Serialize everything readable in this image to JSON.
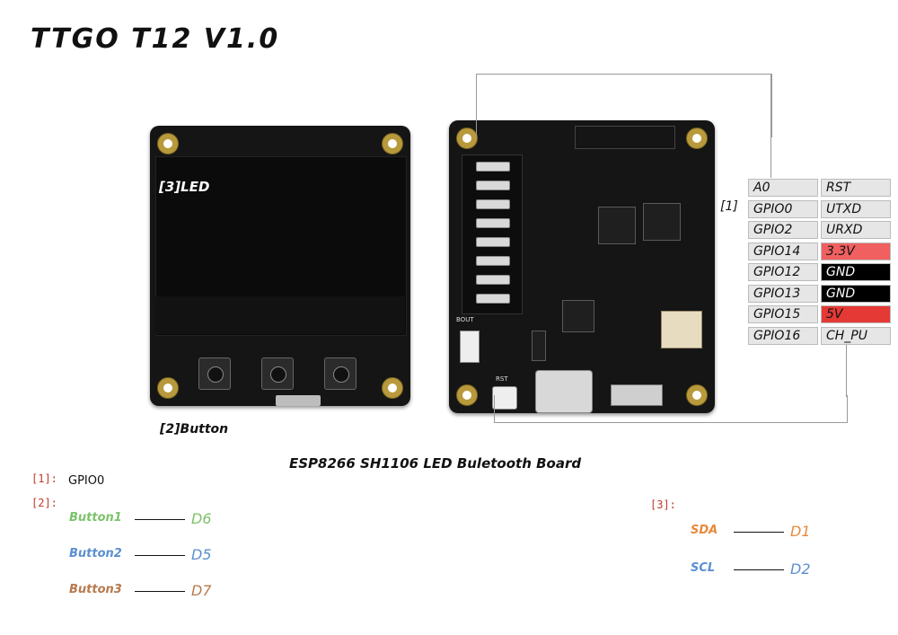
{
  "title": "TTGO T12 V1.0",
  "front_board": {
    "led_label": "[3]LED",
    "button_label": "[2]Button"
  },
  "back_board": {
    "silk_bout": "BOUT",
    "silk_rst": "RST"
  },
  "pinout": {
    "marker": "[1]",
    "left": [
      "A0",
      "GPIO0",
      "GPIO2",
      "GPIO14",
      "GPIO12",
      "GPIO13",
      "GPIO15",
      "GPIO16"
    ],
    "right": [
      "RST",
      "UTXD",
      "URXD",
      "3.3V",
      "GND",
      "GND",
      "5V",
      "CH_PU"
    ],
    "right_styles": [
      "gray",
      "gray",
      "gray",
      "red",
      "black",
      "black",
      "red",
      "gray"
    ]
  },
  "colors": {
    "gray": "#e6e6e6",
    "red": "#e53935",
    "light_red": "#f06060",
    "black": "#000000",
    "green": "#7cc26b",
    "blue": "#5b8fd0",
    "brown": "#b77a4e",
    "orange": "#e68a3c"
  },
  "caption": "ESP8266 SH1106 LED Buletooth Board",
  "notes": {
    "n1": {
      "key": "[1]:",
      "text": "GPIO0"
    },
    "n2": {
      "key": "[2]:",
      "items": [
        {
          "label": "Button1",
          "pin": "D6",
          "color": "green"
        },
        {
          "label": "Button2",
          "pin": "D5",
          "color": "blue"
        },
        {
          "label": "Button3",
          "pin": "D7",
          "color": "brown"
        }
      ]
    },
    "n3": {
      "key": "[3]:",
      "items": [
        {
          "label": "SDA",
          "pin": "D1",
          "color": "orange"
        },
        {
          "label": "SCL",
          "pin": "D2",
          "color": "blue"
        }
      ]
    }
  }
}
